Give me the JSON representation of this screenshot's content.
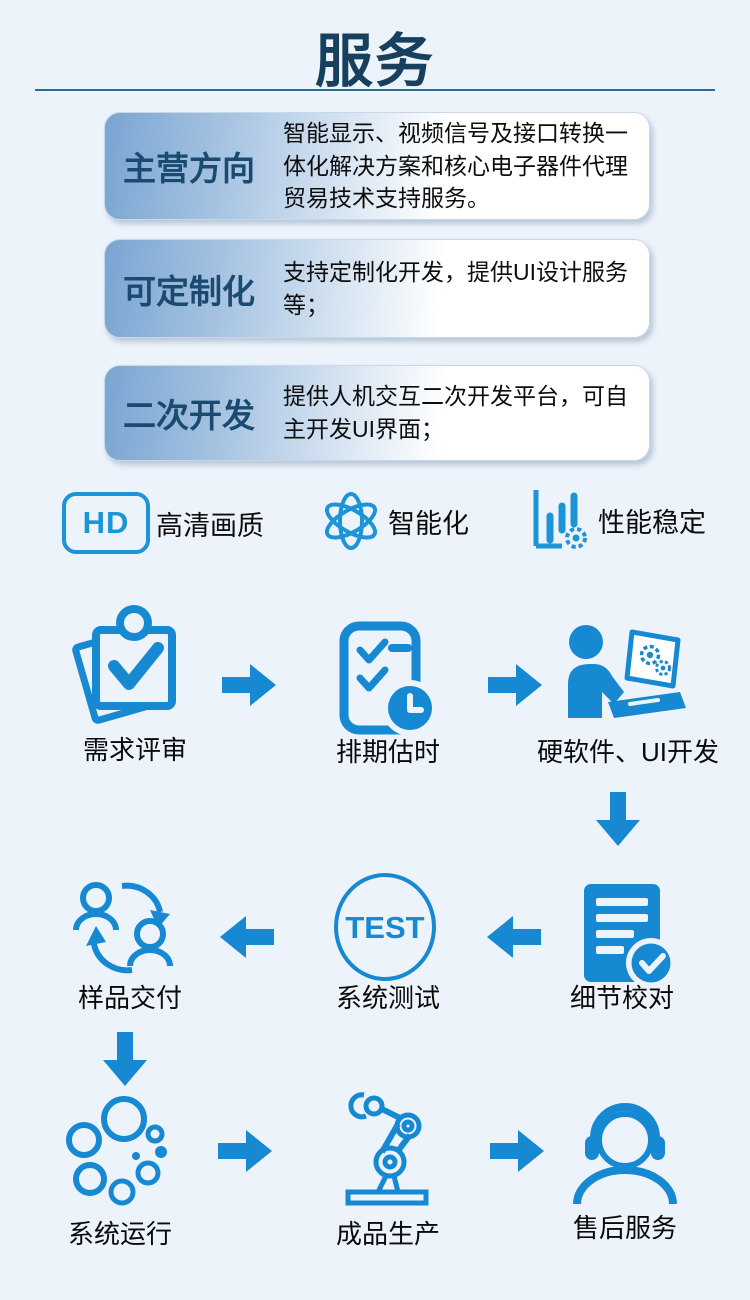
{
  "page": {
    "title": "服务"
  },
  "cards": [
    {
      "label": "主营方向",
      "text": "智能显示、视频信号及接口转换一体化解决方案和核心电子器件代理贸易技术支持服务。"
    },
    {
      "label": "可定制化",
      "text": "支持定制化开发，提供UI设计服务等；"
    },
    {
      "label": "二次开发",
      "text": "提供人机交互二次开发平台，可自主开发UI界面；"
    }
  ],
  "features": [
    {
      "icon": "hd-icon",
      "badge": "HD",
      "label": "高清画质"
    },
    {
      "icon": "atom-icon",
      "label": "智能化"
    },
    {
      "icon": "performance-chart-icon",
      "label": "性能稳定"
    }
  ],
  "flow": {
    "row1": [
      {
        "icon": "clipboard-check-icon",
        "label": "需求评审"
      },
      {
        "icon": "schedule-clock-icon",
        "label": "排期估时"
      },
      {
        "icon": "developer-laptop-icon",
        "label": "硬软件、UI开发"
      }
    ],
    "row2": [
      {
        "icon": "handover-people-icon",
        "label": "样品交付"
      },
      {
        "icon": "test-circle-icon",
        "label": "系统测试",
        "badge": "TEST"
      },
      {
        "icon": "document-check-icon",
        "label": "细节校对"
      }
    ],
    "row3": [
      {
        "icon": "bubbles-icon",
        "label": "系统运行"
      },
      {
        "icon": "robot-arm-icon",
        "label": "成品生产"
      },
      {
        "icon": "headset-support-icon",
        "label": "售后服务"
      }
    ]
  },
  "colors": {
    "background": "#edf3fa",
    "title_navy": "#17405f",
    "divider_teal": "#2a6d94",
    "card_label_navy": "#1b4a70",
    "card_gradient_blue": "#79a5d2",
    "feature_blue": "#1b94d8",
    "flow_blue": "#1789d2"
  }
}
